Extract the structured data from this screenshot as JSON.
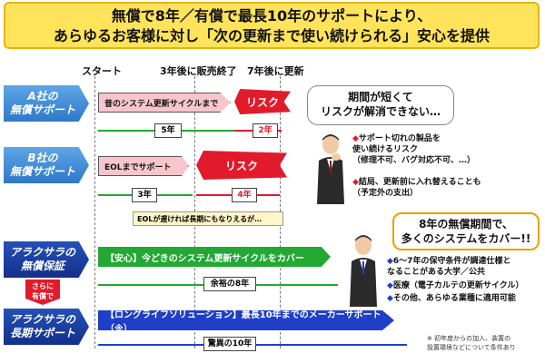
{
  "title": {
    "line1": "無償で8年／有償で最長10年のサポートにより、",
    "line2": "あらゆるお客様に対し「次の更新まで使い続けられる」安心を提供"
  },
  "timeline": {
    "start": "スタート",
    "mid": "3年後に販売終了",
    "end": "7年後に更新"
  },
  "rows": {
    "a_label": "A社の\n無償サポート",
    "a_bar": "昔のシステム更新サイクルまで",
    "a_risk": "リスク",
    "a_years": "5年",
    "a_gap": "2年",
    "b_label": "B社の\n無償サポート",
    "b_bar": "EOLまでサポート",
    "b_risk": "リスク",
    "b_years": "3年",
    "b_gap": "4年",
    "b_note": "EOLが遅ければ長期にもなりえるが…",
    "c_label": "アラクサラの\n無償保証",
    "c_bar": "【安心】今どきのシステム更新サイクルをカバー",
    "c_years": "余裕の8年",
    "plus": "さらに\n有償で",
    "d_label": "アラクサラの\n長期サポート",
    "d_bar": "【ロングライフソリューション】最長10年までのメーカーサポート（※）",
    "d_years": "驚異の10年"
  },
  "callout1": {
    "text": "期間が短くて\nリスクが解消できない…",
    "b1": "サポート切れの製品を\n使い続けるリスク\n（修理不可、バグ対応不可、…）",
    "b2": "結局、更新前に入れ替えることも\n（予定外の支出）"
  },
  "callout2": {
    "text": "8年の無償期間で、\n多くのシステムをカバー!!",
    "b1": "6～7年の保守条件が調達仕様と\nなることがある大学／公共",
    "b2": "医療（電子カルテの更新サイクル）",
    "b3": "その他、あらゆる業種に適用可能"
  },
  "footnote": "※ 初年度からの加入、装置の\n設置環境などについて条件あり",
  "colors": {
    "title_bg": "#ffe35a",
    "risk_red": "#e11b2b",
    "green": "#22a833",
    "blue": "#1f3fc9"
  }
}
